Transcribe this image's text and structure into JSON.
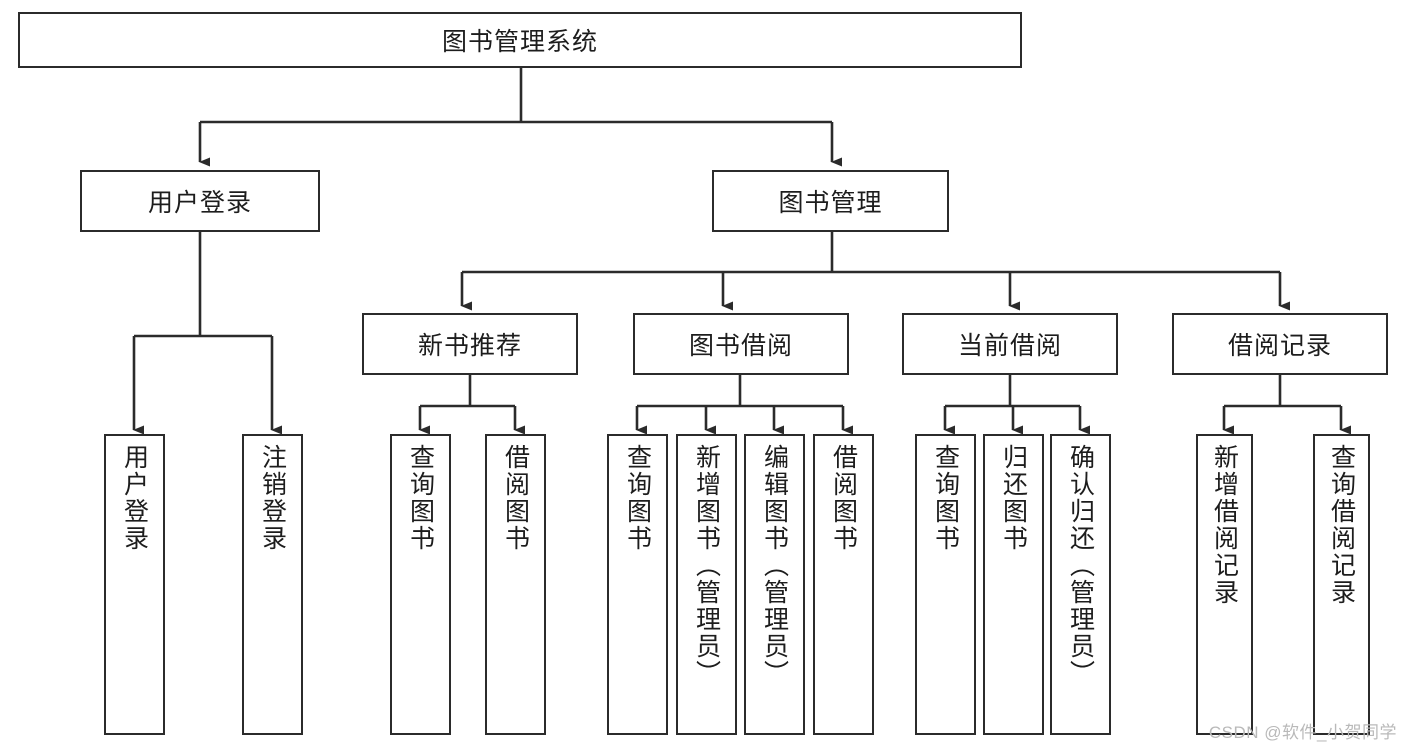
{
  "diagram": {
    "title": "图书管理系统",
    "type": "tree-hierarchy",
    "watermark": "CSDN @软件_小贺同学",
    "colors": {
      "background": "#ffffff",
      "box_border": "#2b2b2b",
      "box_fill": "#ffffff",
      "text": "#1d1d1d",
      "edge": "#2b2b2b",
      "watermark": "#b9b9b9"
    },
    "root": {
      "label": "图书管理系统"
    },
    "level2": [
      {
        "id": "user-login",
        "label": "用户登录"
      },
      {
        "id": "book-manage",
        "label": "图书管理"
      }
    ],
    "level3": [
      {
        "id": "new-book-recommend",
        "label": "新书推荐",
        "parent": "book-manage"
      },
      {
        "id": "book-borrow",
        "label": "图书借阅",
        "parent": "book-manage"
      },
      {
        "id": "current-borrow",
        "label": "当前借阅",
        "parent": "book-manage"
      },
      {
        "id": "borrow-record",
        "label": "借阅记录",
        "parent": "book-manage"
      }
    ],
    "leaves": [
      {
        "id": "leaf-user-login",
        "label": "用户登录",
        "parent": "user-login"
      },
      {
        "id": "leaf-user-logout",
        "label": "注销登录",
        "parent": "user-login"
      },
      {
        "id": "leaf-query-book-1",
        "label": "查询图书",
        "parent": "new-book-recommend"
      },
      {
        "id": "leaf-borrow-book-1",
        "label": "借阅图书",
        "parent": "new-book-recommend"
      },
      {
        "id": "leaf-query-book-2",
        "label": "查询图书",
        "parent": "book-borrow"
      },
      {
        "id": "leaf-add-book",
        "label": "新增图书（管理员）",
        "parent": "book-borrow"
      },
      {
        "id": "leaf-edit-book",
        "label": "编辑图书（管理员）",
        "parent": "book-borrow"
      },
      {
        "id": "leaf-borrow-book-2",
        "label": "借阅图书",
        "parent": "book-borrow"
      },
      {
        "id": "leaf-query-book-3",
        "label": "查询图书",
        "parent": "current-borrow"
      },
      {
        "id": "leaf-return-book",
        "label": "归还图书",
        "parent": "current-borrow"
      },
      {
        "id": "leaf-confirm-return",
        "label": "确认归还（管理员）",
        "parent": "current-borrow"
      },
      {
        "id": "leaf-add-record",
        "label": "新增借阅记录",
        "parent": "borrow-record"
      },
      {
        "id": "leaf-query-record",
        "label": "查询借阅记录",
        "parent": "borrow-record"
      }
    ]
  }
}
